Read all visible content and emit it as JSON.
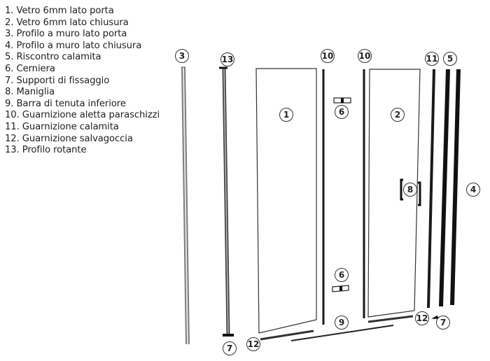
{
  "legend": {
    "items": [
      {
        "num": "1",
        "label": "1. Vetro 6mm lato porta"
      },
      {
        "num": "2",
        "label": "2. Vetro 6mm lato chiusura"
      },
      {
        "num": "3",
        "label": "3. Profilo a muro lato porta"
      },
      {
        "num": "4",
        "label": "4. Profilo a muro lato chiusura"
      },
      {
        "num": "5",
        "label": "5. Riscontro calamita"
      },
      {
        "num": "6",
        "label": "6. Cerniera"
      },
      {
        "num": "7",
        "label": "7. Supporti di fissaggio"
      },
      {
        "num": "8",
        "label": "8. Maniglia"
      },
      {
        "num": "9",
        "label": "9. Barra di tenuta inferiore"
      },
      {
        "num": "10",
        "label": "10. Guarnizione aletta paraschizzi"
      },
      {
        "num": "11",
        "label": "11. Guarnizione calamita"
      },
      {
        "num": "12",
        "label": "12. Guarnizione salvagoccia"
      },
      {
        "num": "13",
        "label": "13. Profilo rotante"
      }
    ]
  },
  "callouts": {
    "c3": "3",
    "c13": "13",
    "c10a": "10",
    "c10b": "10",
    "c11": "11",
    "c5": "5",
    "c1": "1",
    "c2": "2",
    "c6a": "6",
    "c6b": "6",
    "c8": "8",
    "c4": "4",
    "c9": "9",
    "c12a": "12",
    "c12b": "12",
    "c7a": "7",
    "c7b": "7"
  },
  "colors": {
    "line": "#222222",
    "profile_gray": "#9a9a9a",
    "background": "#ffffff"
  }
}
